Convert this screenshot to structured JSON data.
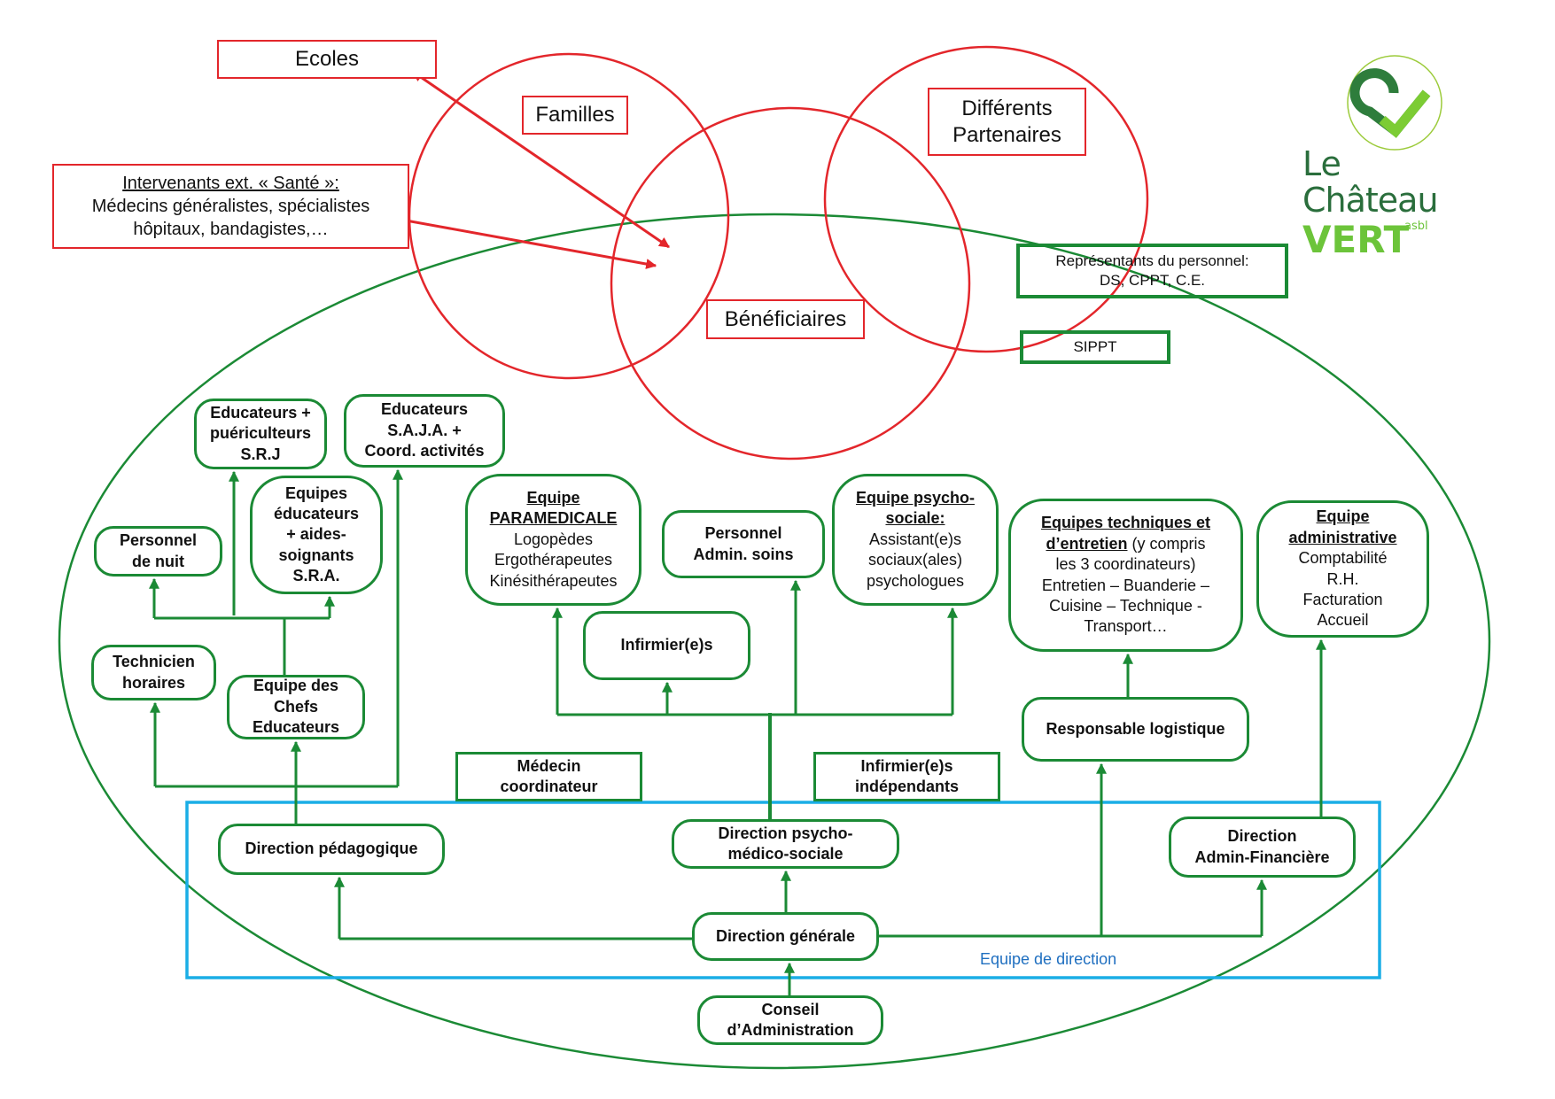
{
  "external": {
    "ecoles": "Ecoles",
    "familles": "Familles",
    "partenaires": [
      "Différents",
      "Partenaires"
    ],
    "beneficiaires": "Bénéficiaires",
    "intervenants": {
      "title": "Intervenants ext. « Santé »:",
      "lines": [
        "Médecins généralistes, spécialistes",
        "hôpitaux, bandagistes,…"
      ]
    }
  },
  "logo": {
    "line1": "Le",
    "line2": "Château",
    "line3": "VERT",
    "suffix": "asbl",
    "colors": {
      "dark": "#2a6e3c",
      "light": "#6cc43a"
    }
  },
  "side": {
    "representants": [
      "Représentants du personnel:",
      "DS, CPPT, C.E."
    ],
    "sippt": "SIPPT"
  },
  "teams": {
    "educ_srj": [
      "Educateurs +",
      "puériculteurs",
      "S.R.J"
    ],
    "educ_saja": [
      "Educateurs",
      "S.A.J.A. +",
      "Coord. activités"
    ],
    "equipes_sra": [
      "Equipes",
      "éducateurs",
      "+ aides-",
      "soignants",
      "S.R.A."
    ],
    "personnel_nuit": [
      "Personnel",
      "de nuit"
    ],
    "technicien": [
      "Technicien",
      "horaires"
    ],
    "chefs_educ": [
      "Equipe des",
      "Chefs",
      "Educateurs"
    ],
    "paramedicale": {
      "title1": "Equipe",
      "title2": "PARAMEDICALE",
      "items": [
        "Logopèdes",
        "Ergothérapeutes",
        "Kinésithérapeutes"
      ]
    },
    "admin_soins": [
      "Personnel",
      "Admin. soins"
    ],
    "infirmiers": "Infirmier(e)s",
    "psycho_sociale": {
      "title1": "Equipe psycho-",
      "title2": "sociale:",
      "items": [
        "Assistant(e)s",
        "sociaux(ales)",
        "psychologues"
      ]
    },
    "techniques": {
      "title1": "Equipes techniques et",
      "title2": "d’entretien",
      "title2_rest": " (y compris",
      "items": [
        "les 3 coordinateurs)",
        "Entretien – Buanderie –",
        "Cuisine – Technique -",
        "Transport…"
      ]
    },
    "administrative": {
      "title1": "Equipe",
      "title2": "administrative",
      "items": [
        "Comptabilité",
        "R.H.",
        "Facturation",
        "Accueil"
      ]
    },
    "resp_logistique": "Responsable logistique",
    "medecin_coord": [
      "Médecin",
      "coordinateur"
    ],
    "infirm_indep": [
      "Infirmier(e)s",
      "indépendants"
    ]
  },
  "direction": {
    "label": "Equipe de direction",
    "pedagogique": "Direction pédagogique",
    "psycho_medico": [
      "Direction psycho-",
      "médico-sociale"
    ],
    "admin_fin": [
      "Direction",
      "Admin-Financière"
    ],
    "generale": "Direction générale",
    "conseil": [
      "Conseil",
      "d’Administration"
    ]
  },
  "colors": {
    "external_red": "#e3262b",
    "org_green": "#1b8a35",
    "direction_blue": "#1aaee6",
    "direction_label": "#1f6fc0"
  }
}
